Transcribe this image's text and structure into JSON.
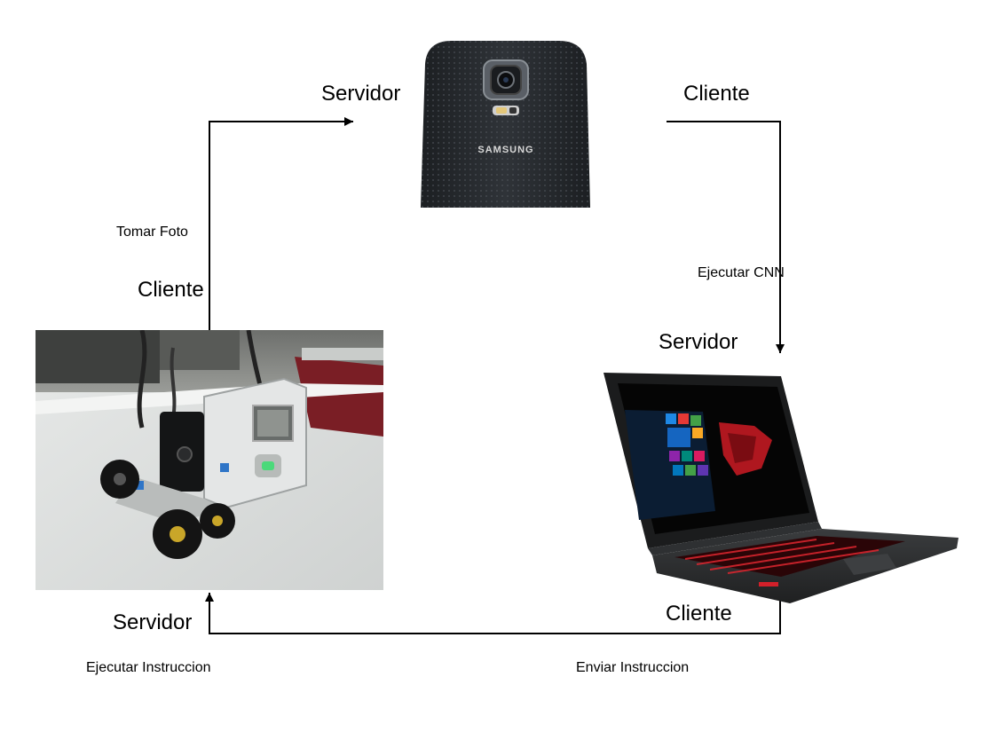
{
  "nodes": {
    "phone": {
      "brand": "SAMSUNG",
      "role_top_left": "Servidor",
      "role_top_right": "Cliente"
    },
    "robot": {
      "role_top": "Cliente",
      "role_bottom": "Servidor"
    },
    "laptop": {
      "role_top": "Servidor",
      "role_bottom": "Cliente"
    }
  },
  "edges": {
    "robot_to_phone": "Tomar Foto",
    "phone_to_laptop": "Ejecutar CNN",
    "laptop_to_robot": "Enviar Instruccion",
    "robot_action": "Ejecutar Instruccion"
  },
  "colors": {
    "line": "#000000",
    "phone_body": "#2a2e33",
    "laptop_accent": "#d2202a",
    "robot_bg": "#d9dcdc"
  }
}
